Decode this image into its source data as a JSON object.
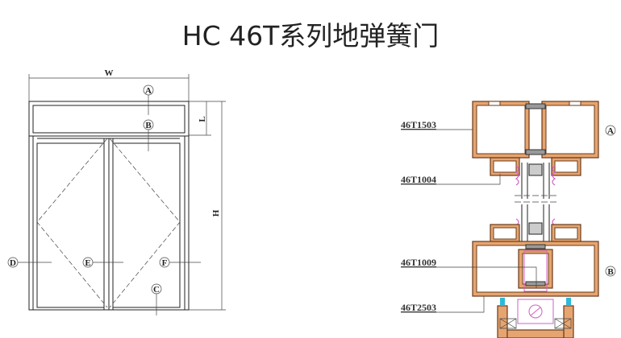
{
  "title": "HC 46T系列地弹簧门",
  "elevation": {
    "dimensions": {
      "width": "W",
      "height": "H",
      "transom": "L"
    },
    "callouts": {
      "a": "A",
      "b": "B",
      "c": "C",
      "d": "D",
      "e": "E",
      "f": "F"
    }
  },
  "section": {
    "parts": [
      "46T1503",
      "46T1004",
      "46T1009",
      "46T2503"
    ],
    "callouts": {
      "a": "A",
      "b": "B"
    }
  },
  "colors": {
    "profile": "#e6a570",
    "outline": "#6a3a1a",
    "gasket": "#d060c0",
    "anchor": "#30b8d8"
  }
}
